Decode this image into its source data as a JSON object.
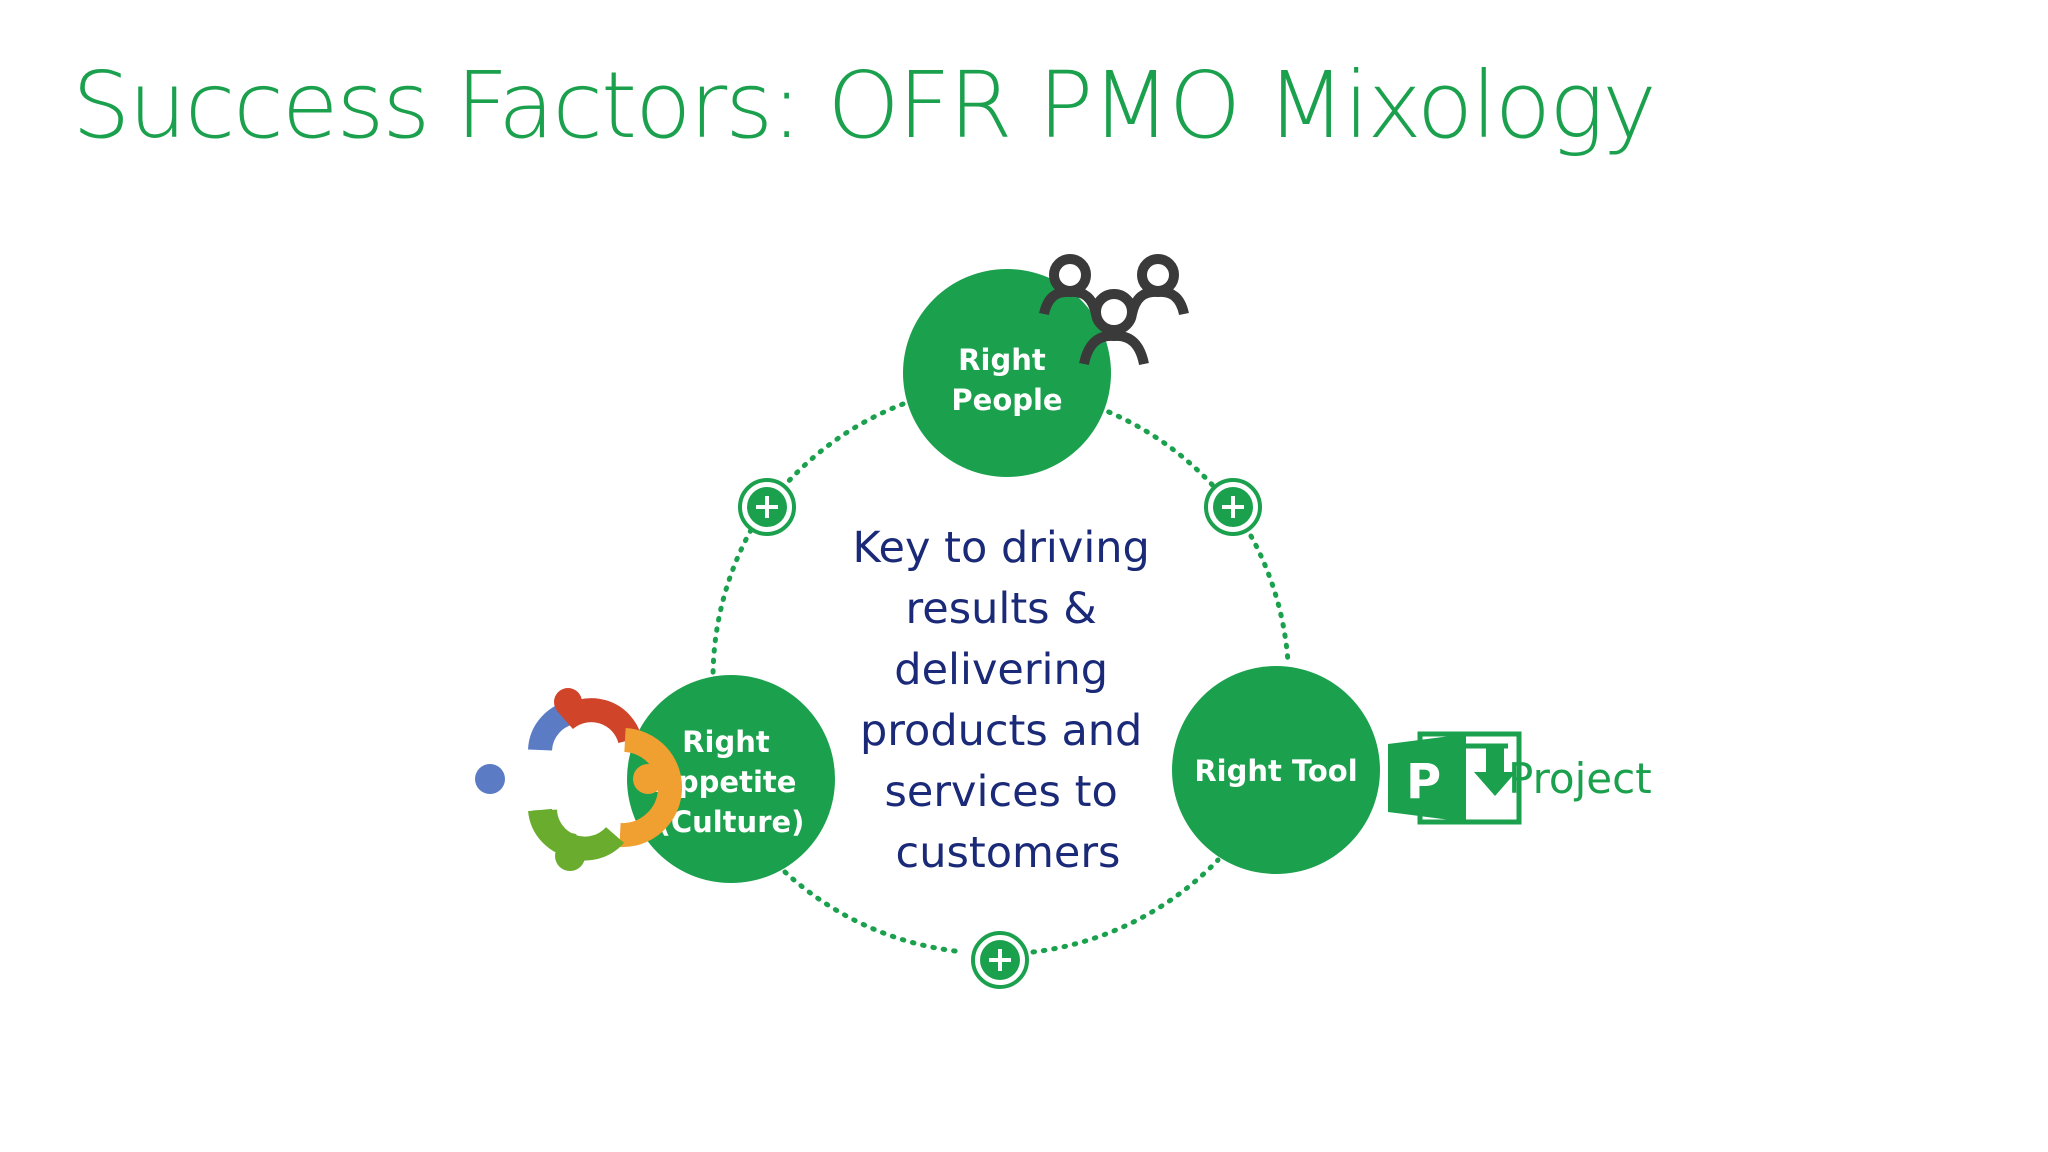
{
  "slide": {
    "title": "Success Factors: OFR PMO Mixology"
  },
  "colors": {
    "accent": "#1ba14d",
    "center_text": "#1a2a78",
    "people_icon": "#3a3a3a",
    "culture_red": "#d0442a",
    "culture_orange": "#f0a030",
    "culture_green": "#6aac2e",
    "culture_blue": "#5b7cc4"
  },
  "diagram": {
    "nodes": [
      {
        "id": "people",
        "lines": [
          "Right",
          "People"
        ],
        "icon": "people-group-icon"
      },
      {
        "id": "tool",
        "lines": [
          "Right Tool"
        ],
        "icon": "microsoft-project-icon"
      },
      {
        "id": "appetite",
        "lines": [
          "Right",
          "Appetite",
          "(Culture)"
        ],
        "icon": "teamwork-circle-icon"
      }
    ],
    "connectors": [
      "plus-icon",
      "plus-icon",
      "plus-icon"
    ],
    "center_lines": [
      "Key to driving",
      "results &",
      "delivering",
      "products and",
      "services to",
      "customers"
    ],
    "project_logo": {
      "letter": "P",
      "label": "Project"
    }
  }
}
